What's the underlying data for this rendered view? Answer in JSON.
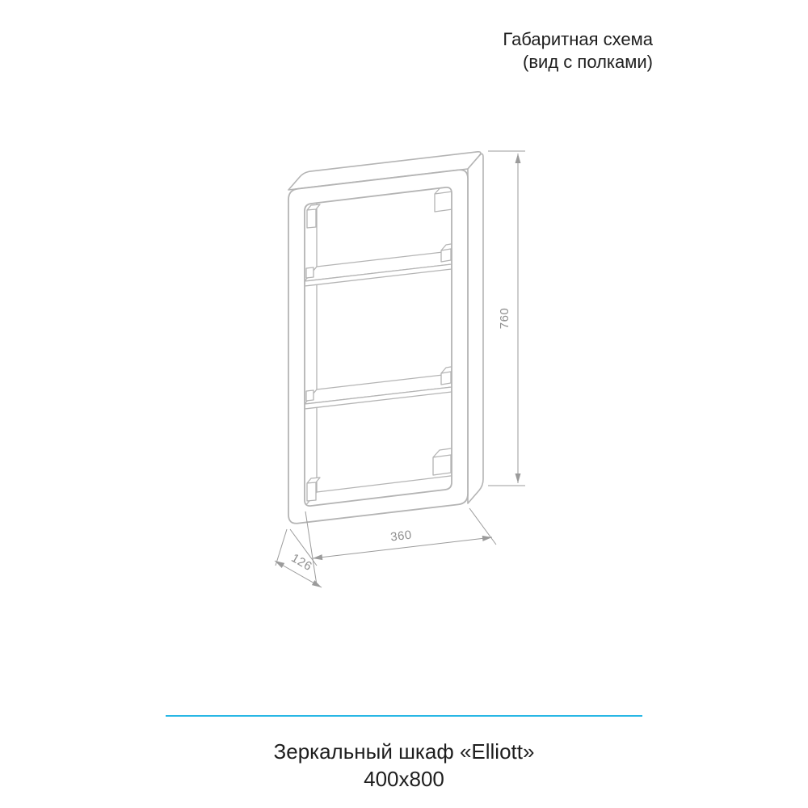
{
  "header": {
    "title": "Габаритная схема",
    "subtitle": "(вид с полками)"
  },
  "dimensions": {
    "height_mm": "760",
    "width_mm": "360",
    "depth_mm": "126"
  },
  "footer": {
    "product_name": "Зеркальный шкаф «Elliott»",
    "product_size": "400x800"
  },
  "colors": {
    "accent_divider": "#29b7e5",
    "drawing_lines": "#b4b4b4",
    "dimension_lines": "#9b9b9b",
    "dimension_text": "#8e8e8e",
    "heading_text": "#1e1e1e"
  }
}
